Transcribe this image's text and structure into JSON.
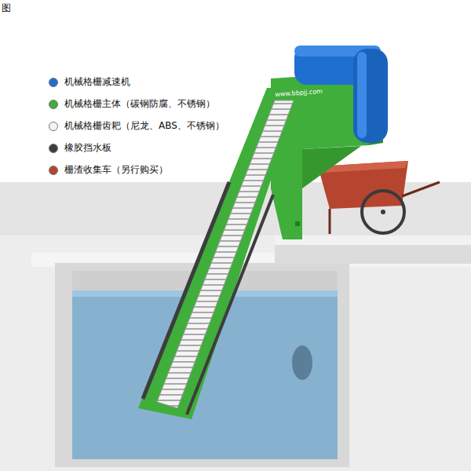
{
  "diagram": {
    "labels": [
      "图",
      "www.bbpjj.com"
    ],
    "legend": [
      {
        "text": "机械格栅减速机",
        "color": "#1f6fd0"
      },
      {
        "text": "机械格栅主体（碳钢防腐、不锈钢）",
        "color": "#3fae3a"
      },
      {
        "text": "机械格栅齿耙（尼龙、ABS、不锈钢）",
        "color": "#f4f4f4"
      },
      {
        "text": "橡胶挡水板",
        "color": "#3d3d3d"
      },
      {
        "text": "栅渣收集车（另行购买）",
        "color": "#b5452f"
      }
    ]
  }
}
